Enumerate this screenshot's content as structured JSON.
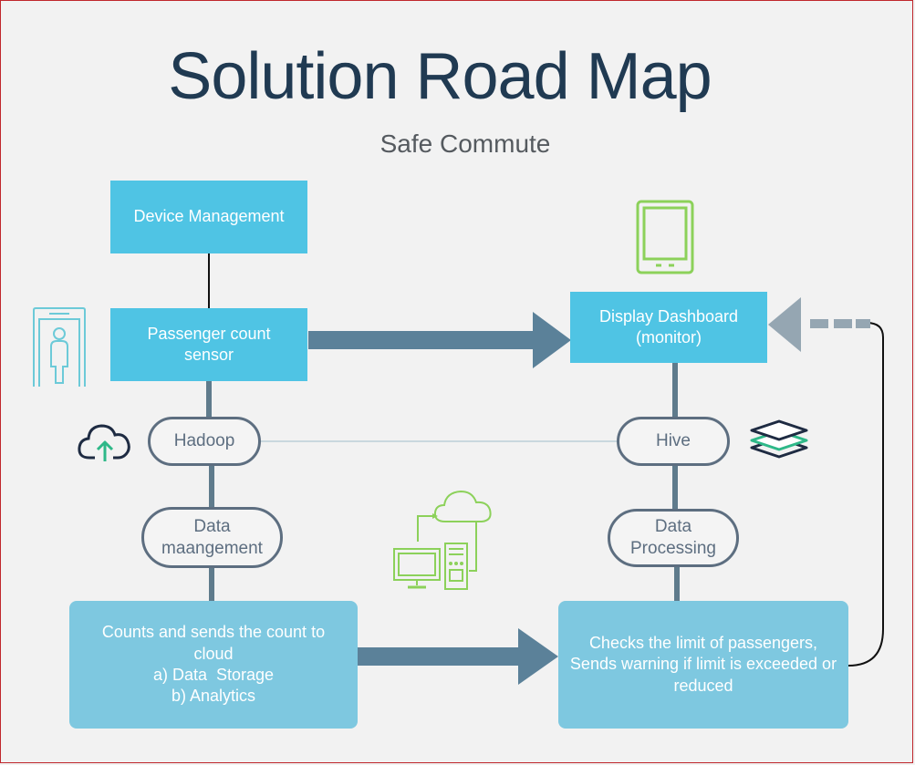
{
  "title": "Solution Road Map",
  "subtitle": "Safe Commute",
  "nodes": {
    "device_management": "Device Management",
    "passenger_sensor": "Passenger count sensor",
    "display_dashboard": "Display Dashboard (monitor)",
    "counts_sends": [
      "Counts and sends the count to cloud",
      "a) Data  Storage",
      "b) Analytics"
    ],
    "checks_limit": "Checks the limit of passengers, Sends warning if limit is exceeded or reduced"
  },
  "pills": {
    "hadoop": "Hadoop",
    "hive": "Hive",
    "data_management": "Data maangement",
    "data_processing": "Data Processing"
  },
  "icons": [
    "tablet-icon",
    "person-scanner-icon",
    "cloud-upload-icon",
    "layers-icon",
    "computer-cloud-icon"
  ],
  "colors": {
    "title": "#203a52",
    "cyan_box": "#4fc4e4",
    "light_box": "#7ec8e0",
    "arrow": "#5b8199",
    "pill_border": "#5d6e80",
    "icon_green": "#8cd15a",
    "icon_cyan": "#6ccad8"
  }
}
